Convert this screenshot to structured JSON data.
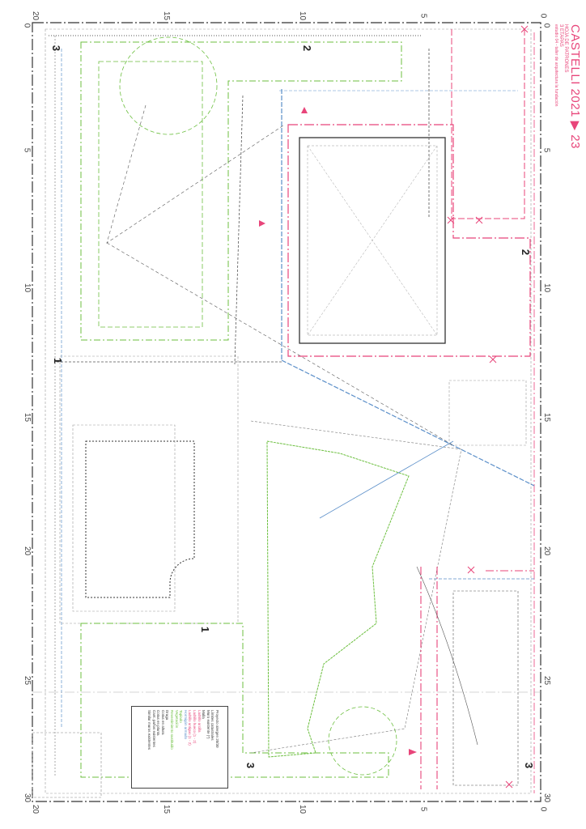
{
  "title": {
    "main": "CASTELLI 2021 ▶ 23",
    "subtitle": "HOJA DE PATRONES",
    "code": "3 ETAPAS",
    "note": "estudio 04 - taller de arquitectura la fundación"
  },
  "axes": {
    "horizontal_ticks": [
      "20",
      "15",
      "10",
      "5",
      "0"
    ],
    "vertical_ticks": [
      "0",
      "5",
      "10",
      "15",
      "20",
      "25",
      "30"
    ]
  },
  "section_markers": [
    "1",
    "1",
    "2",
    "2",
    "3",
    "3",
    "3"
  ],
  "legend": {
    "items": [
      {
        "label": "Proyecto alergen 20/30",
        "color": "#333333"
      },
      {
        "label": "Límites catastrales",
        "color": "#333333"
      },
      {
        "label": "Muro existente (*)",
        "color": "#333333"
      },
      {
        "label": "Malla",
        "color": "#333333"
      },
      {
        "label": "Ladrillo arcilla",
        "color": "#e8457a"
      },
      {
        "label": "Ladrillo hueco (1 - 2)",
        "color": "#e8457a"
      },
      {
        "label": "Ladrillo antiguo (1 - 2)",
        "color": "#e8457a"
      },
      {
        "label": "Hormigón armado",
        "color": "#5b8fc9"
      },
      {
        "label": "Tapiado",
        "color": "#6cbf3f"
      },
      {
        "label": "Vegetación",
        "color": "#6cbf3f"
      },
      {
        "label": "Revestimiento sustituido",
        "color": "#6cbf3f"
      },
      {
        "label": "Draga",
        "color": "#333333"
      },
      {
        "label": "Cotas en altura",
        "color": "#333333"
      },
      {
        "label": "Cotas en planta",
        "color": "#333333"
      },
      {
        "label": "Cant. paños existentes",
        "color": "#333333"
      },
      {
        "label": "Similar muros existentes",
        "color": "#333333"
      }
    ]
  },
  "colors": {
    "pink": "#e8457a",
    "green": "#6cbf3f",
    "blue": "#5b8fc9",
    "gray": "#888888",
    "dark": "#333333"
  }
}
